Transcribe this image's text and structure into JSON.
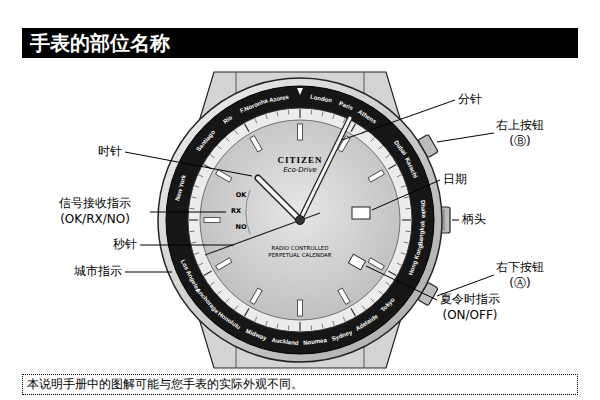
{
  "diagram": {
    "title": "手表的部位名称",
    "caption": "本说明手册中的图解可能与您手表的实际外观不同。",
    "labels": [
      "时针",
      "信号接收指示",
      "(OK/RX/NO)",
      "秒针",
      "城市指示",
      "分针",
      "右上按钮",
      "(Ⓑ)",
      "日期",
      "柄头",
      "右下按钮",
      "(Ⓐ)",
      "夏令时指示",
      "(ON/OFF)",
      "CITIZEN",
      "Eco-Drive",
      "RADIO CONTROLLED",
      "PERPETUAL CALENDAR",
      "OK",
      "RX",
      "NO",
      "F.Noronha",
      "Azores",
      "London",
      "Paris",
      "Athens",
      "Dubai",
      "Karachi",
      "Dhaka",
      "Bangkok",
      "Hong Kong",
      "Tokyo",
      "Adelaide",
      "Sydney",
      "Noumea",
      "Auckland",
      "Midway",
      "Honolulu",
      "Anchorage",
      "Los Angeles",
      "New York",
      "Santiago",
      "Rio"
    ]
  }
}
